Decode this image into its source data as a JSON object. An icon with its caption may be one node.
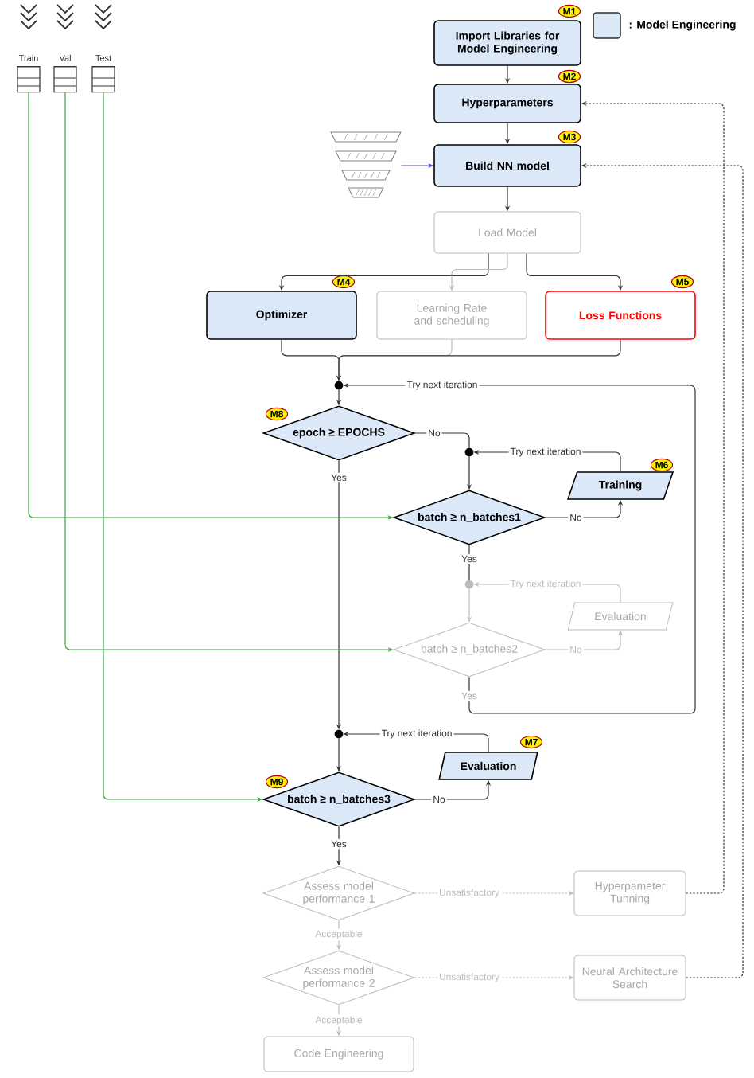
{
  "diagram": {
    "nodes": [
      {
        "text": [
          "Train"
        ]
      },
      {
        "text": [
          "Val"
        ]
      },
      {
        "text": [
          "Test"
        ]
      },
      {
        "text": [
          "Import Libraries for Model Engineering"
        ],
        "beside": [
          "M1"
        ]
      },
      {
        "text": [
          "Hyperparameters"
        ],
        "beside": [
          "M2"
        ]
      },
      {
        "text": [],
        "shape": "picture"
      },
      {
        "text": [
          "Build NN model"
        ],
        "beside": [
          "M3"
        ]
      },
      {
        "text": [
          "Load Model"
        ]
      },
      {
        "text": [
          "Optimizer"
        ],
        "beside": [
          "M4"
        ]
      },
      {
        "text": [
          "Learning Rate and scheduling"
        ]
      },
      {
        "text": [
          "Loss Functions"
        ],
        "beside": [
          "M5"
        ]
      },
      {
        "text": [],
        "shape": "circle"
      },
      {
        "text": [
          "epoch ≥ EPOCHS"
        ],
        "beside": [
          "M8"
        ]
      },
      {
        "text": [],
        "shape": "circle"
      },
      {
        "text": [
          "Training"
        ],
        "beside": [
          "M6"
        ]
      },
      {
        "text": [
          "batch ≥ n_batches1"
        ]
      },
      {
        "text": [],
        "shape": "circle"
      },
      {
        "text": [
          "Evaluation"
        ]
      },
      {
        "text": [
          "batch ≥ n_batches2"
        ]
      },
      {
        "text": [],
        "shape": "circle"
      },
      {
        "text": [
          "Evaluation"
        ],
        "beside": [
          "M7"
        ]
      },
      {
        "text": [
          "batch ≥ n_batches3"
        ],
        "beside": [
          "M9"
        ]
      },
      {
        "text": [
          "Assess model performance 1"
        ]
      },
      {
        "text": [
          "Hyperpameter Tunning"
        ]
      },
      {
        "text": [
          "Assess model performance 2"
        ]
      },
      {
        "text": [
          "Neural Architecture Search"
        ]
      },
      {
        "text": [
          "Code Engineering"
        ]
      }
    ],
    "edges": [
      {
        "from": 3,
        "to": 4,
        "arrow": "to"
      },
      {
        "from": 4,
        "to": 6,
        "arrow": "to"
      },
      {
        "from": 5,
        "to": 6,
        "arrow": "to",
        "color": "#4a4ae0"
      },
      {
        "from": 6,
        "to": 7,
        "arrow": "to"
      },
      {
        "from": 7,
        "to": 8,
        "arrow": "to"
      },
      {
        "from": 7,
        "to": 9,
        "arrow": "to",
        "color": "#bbbbbb"
      },
      {
        "from": 7,
        "to": 10,
        "arrow": "to"
      },
      {
        "from": 8,
        "to": 11,
        "arrow": "to"
      },
      {
        "from": 9,
        "to": 11,
        "arrow": "to",
        "color": "#bbbbbb"
      },
      {
        "from": 10,
        "to": 11,
        "arrow": "to"
      },
      {
        "from": 11,
        "to": 12,
        "arrow": "to"
      },
      {
        "from": 12,
        "to": 13,
        "arrow": "none",
        "label": "No"
      },
      {
        "from": 14,
        "to": 13,
        "arrow": "to",
        "label": "Try next iteration"
      },
      {
        "from": 13,
        "to": 15,
        "arrow": "to"
      },
      {
        "from": 15,
        "to": 14,
        "arrow": "to",
        "label": "No"
      },
      {
        "from": 15,
        "to": 16,
        "arrow": "none",
        "label": "Yes"
      },
      {
        "from": 17,
        "to": 16,
        "arrow": "to",
        "label": "Try next iteration",
        "color": "#bbbbbb"
      },
      {
        "from": 16,
        "to": 18,
        "arrow": "to",
        "color": "#bbbbbb"
      },
      {
        "from": 18,
        "to": 17,
        "arrow": "to",
        "label": "No",
        "color": "#bbbbbb"
      },
      {
        "from": 18,
        "to": 11,
        "arrow": "to",
        "label": "Try next iteration"
      },
      {
        "from": 12,
        "to": 19,
        "arrow": "to",
        "label": "Yes"
      },
      {
        "from": 20,
        "to": 19,
        "arrow": "to",
        "label": "Try next iteration"
      },
      {
        "from": 19,
        "to": 21,
        "arrow": "to"
      },
      {
        "from": 21,
        "to": 20,
        "arrow": "to",
        "label": "No"
      },
      {
        "from": 21,
        "to": 22,
        "arrow": "to",
        "label": "Yes"
      },
      {
        "from": 22,
        "to": 23,
        "arrow": "to",
        "label": "Unsatisfactory",
        "style": "dashed",
        "color": "#bbbbbb"
      },
      {
        "from": 22,
        "to": 24,
        "arrow": "to",
        "label": "Acceptable",
        "color": "#bbbbbb"
      },
      {
        "from": 24,
        "to": 25,
        "arrow": "to",
        "label": "Unsatisfactory",
        "style": "dashed",
        "color": "#bbbbbb"
      },
      {
        "from": 24,
        "to": 26,
        "arrow": "to",
        "label": "Acceptable",
        "color": "#bbbbbb"
      },
      {
        "from": 23,
        "to": 4,
        "arrow": "to",
        "style": "dashed"
      },
      {
        "from": 25,
        "to": 6,
        "arrow": "to",
        "style": "dashed"
      },
      {
        "from": 0,
        "to": 15,
        "arrow": "to",
        "color": "#3aa63a"
      },
      {
        "from": 1,
        "to": 18,
        "arrow": "to",
        "color": "#3aa63a"
      },
      {
        "from": 2,
        "to": 21,
        "arrow": "to",
        "color": "#3aa63a"
      }
    ],
    "labels": [
      "Yes"
    ],
    "legend": [
      {
        "text": ": Model Engineering",
        "color": "#dbe8f8"
      }
    ]
  }
}
